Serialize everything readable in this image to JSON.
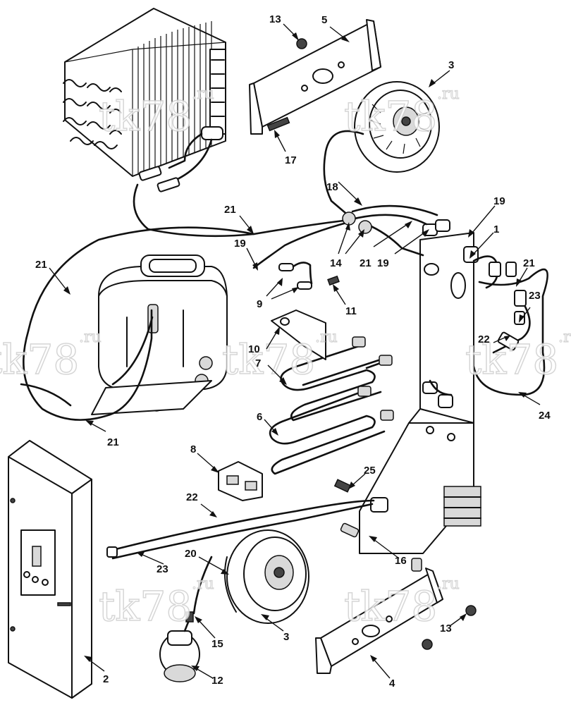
{
  "diagram": {
    "watermark": {
      "text": "tk78",
      "suffix": ".ru"
    },
    "callouts": [
      {
        "id": "c13a",
        "label": "13"
      },
      {
        "id": "c5",
        "label": "5"
      },
      {
        "id": "c3a",
        "label": "3"
      },
      {
        "id": "c17",
        "label": "17"
      },
      {
        "id": "c18",
        "label": "18"
      },
      {
        "id": "c19a",
        "label": "19"
      },
      {
        "id": "c21a",
        "label": "21"
      },
      {
        "id": "c1",
        "label": "1"
      },
      {
        "id": "c21b",
        "label": "21"
      },
      {
        "id": "c19b",
        "label": "19"
      },
      {
        "id": "c14",
        "label": "14"
      },
      {
        "id": "c21c",
        "label": "21"
      },
      {
        "id": "c19c",
        "label": "19"
      },
      {
        "id": "c21d",
        "label": "21"
      },
      {
        "id": "c9",
        "label": "9"
      },
      {
        "id": "c11",
        "label": "11"
      },
      {
        "id": "c23a",
        "label": "23"
      },
      {
        "id": "c10",
        "label": "10"
      },
      {
        "id": "c7",
        "label": "7"
      },
      {
        "id": "c22a",
        "label": "22"
      },
      {
        "id": "c24",
        "label": "24"
      },
      {
        "id": "c21e",
        "label": "21"
      },
      {
        "id": "c6",
        "label": "6"
      },
      {
        "id": "c8",
        "label": "8"
      },
      {
        "id": "c25",
        "label": "25"
      },
      {
        "id": "c22b",
        "label": "22"
      },
      {
        "id": "c16",
        "label": "16"
      },
      {
        "id": "c23b",
        "label": "23"
      },
      {
        "id": "c20",
        "label": "20"
      },
      {
        "id": "c13b",
        "label": "13"
      },
      {
        "id": "c15",
        "label": "15"
      },
      {
        "id": "c3b",
        "label": "3"
      },
      {
        "id": "c2",
        "label": "2"
      },
      {
        "id": "c12",
        "label": "12"
      },
      {
        "id": "c4",
        "label": "4"
      }
    ]
  }
}
